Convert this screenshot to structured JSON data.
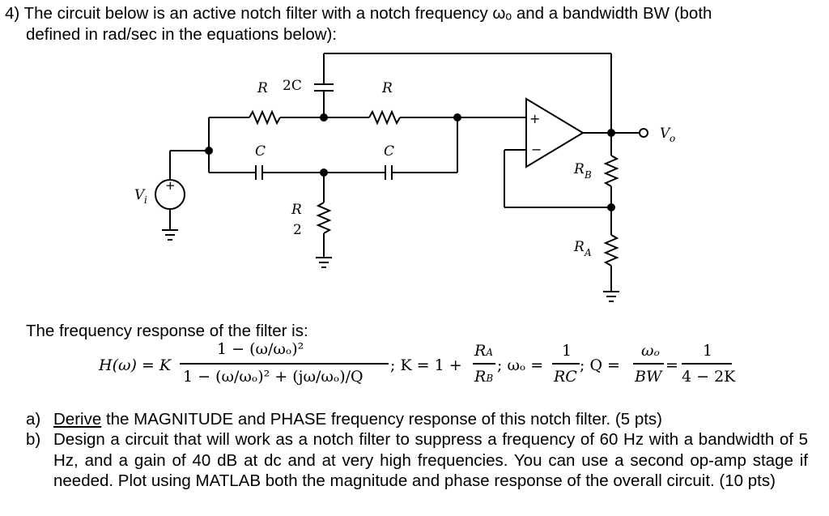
{
  "problem": {
    "line1": "4) The circuit below is an active notch filter with a notch frequency ωₒ and a bandwidth BW (both",
    "line2": "defined in rad/sec in the equations below):"
  },
  "circuit": {
    "r_top_left": "R",
    "c2_label": "2C",
    "r_top_right": "R",
    "c_left": "C",
    "c_right": "C",
    "r_half_num": "R",
    "r_half_den": "2",
    "rb": "R",
    "rb_sub": "B",
    "ra": "R",
    "ra_sub": "A",
    "vin": "V",
    "vin_sub": "i",
    "vout": "V",
    "vout_sub": "o",
    "plus_source": "+",
    "plus_opamp": "+",
    "minus_opamp": "−"
  },
  "response": {
    "heading": "The frequency response of the filter is:",
    "h_lhs": "H(ω) = K",
    "h_num": "1 − (ω/ωₒ)²",
    "h_den": "1 − (ω/ωₒ)² + (jω/ωₒ)/Q",
    "k_lhs": "; K = 1 +",
    "k_num": "Rₐ",
    "k_den": "Rʙ",
    "k_num_main": "R",
    "k_num_sub": "A",
    "k_den_main": "R",
    "k_den_sub": "B",
    "w_lhs": "; ωₒ =",
    "w_num": "1",
    "w_den": "RC",
    "q_lhs": "; Q =",
    "q_num": "ωₒ",
    "q_den": "BW",
    "q_eq": "=",
    "q2_num": "1",
    "q2_den": "4 − 2K",
    "sep1": ";",
    "sep2": ";"
  },
  "parts": [
    {
      "label": "a)",
      "underlined": "Derive",
      "text": " the MAGNITUDE and PHASE frequency response of this notch filter. (5 pts)"
    },
    {
      "label": "b)",
      "text": "Design a circuit that will work as a notch filter to suppress a frequency of 60 Hz with a bandwidth of 5 Hz, and a gain of 40 dB at dc and at very high frequencies. You can use a second op-amp stage if needed. Plot using MATLAB both the magnitude and phase response of the overall circuit. (10 pts)"
    }
  ]
}
